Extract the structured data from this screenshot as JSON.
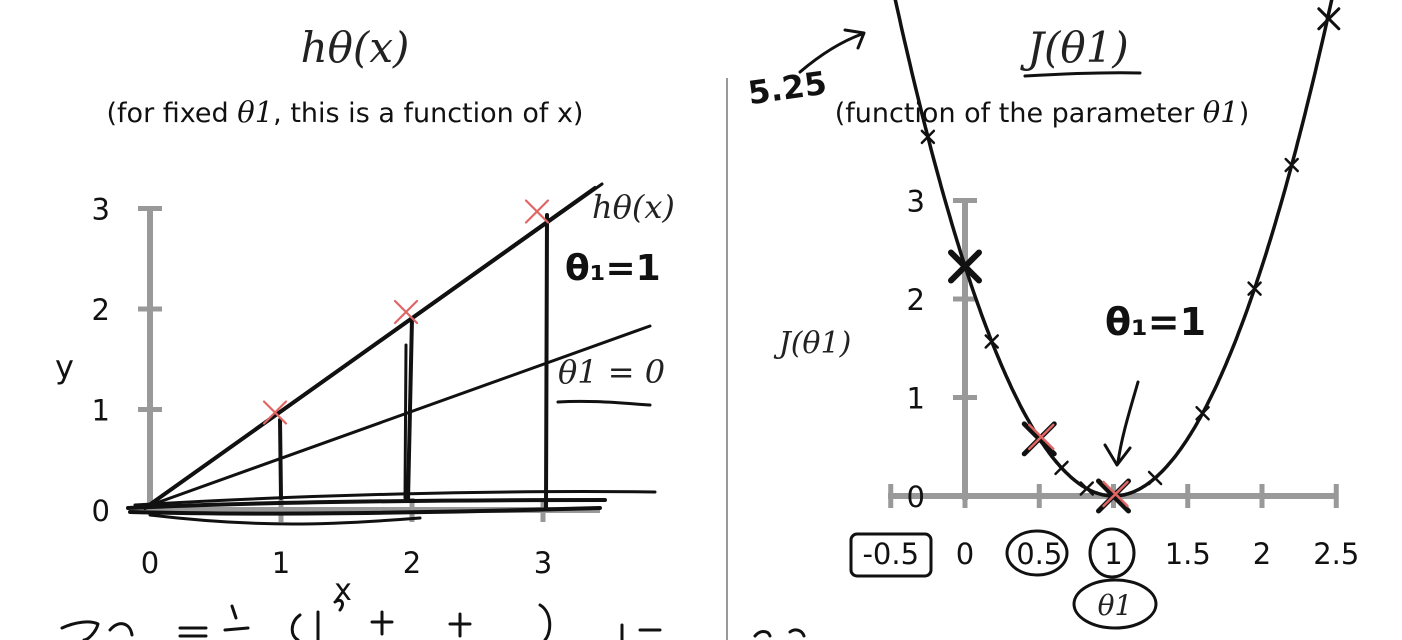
{
  "chart_data": [
    {
      "type": "scatter",
      "title": "hθ(x)",
      "subtitle_prefix": "(for fixed ",
      "subtitle_param": "θ1",
      "subtitle_suffix": ", this is a function of x)",
      "xlabel": "x",
      "ylabel": "y",
      "x_ticks": [
        "0",
        "1",
        "2",
        "3"
      ],
      "y_ticks": [
        "0",
        "1",
        "2",
        "3"
      ],
      "xlim": [
        0,
        3.5
      ],
      "ylim": [
        0,
        3
      ],
      "grid": false,
      "points": [
        {
          "x": 1,
          "y": 1
        },
        {
          "x": 2,
          "y": 2
        },
        {
          "x": 3,
          "y": 3
        }
      ],
      "point_color": "#e06666",
      "annotations": {
        "line_label": "hθ(x)",
        "theta_one": "θ₁=1",
        "theta_zero": "θ1 = 0"
      },
      "lines": [
        {
          "slope": 1,
          "label": "θ₁=1"
        },
        {
          "slope": 0.5
        },
        {
          "slope": 0,
          "label": "θ1 = 0"
        }
      ]
    },
    {
      "type": "scatter",
      "title": "J(θ1)",
      "subtitle_prefix": "(function of the parameter ",
      "subtitle_param": "θ1",
      "subtitle_suffix": ")",
      "xlabel": "θ1",
      "ylabel": "J(θ1)",
      "x_ticks": [
        "-0.5",
        "0",
        "0.5",
        "1",
        "1.5",
        "2",
        "2.5"
      ],
      "y_ticks": [
        "0",
        "1",
        "2",
        "3"
      ],
      "xlim": [
        -0.5,
        2.5
      ],
      "ylim": [
        0,
        3
      ],
      "grid": false,
      "points": [
        {
          "x": 0,
          "y": 2.33,
          "emphasis": "bold"
        },
        {
          "x": 0.5,
          "y": 0.58,
          "color": "#e06666"
        },
        {
          "x": 1,
          "y": 0,
          "color": "#e06666"
        }
      ],
      "curve": "J(θ1) = 7/3 · (θ1 − 1)²",
      "annotations": {
        "min_label": "θ₁=1",
        "edge_value": "5.25"
      }
    }
  ]
}
